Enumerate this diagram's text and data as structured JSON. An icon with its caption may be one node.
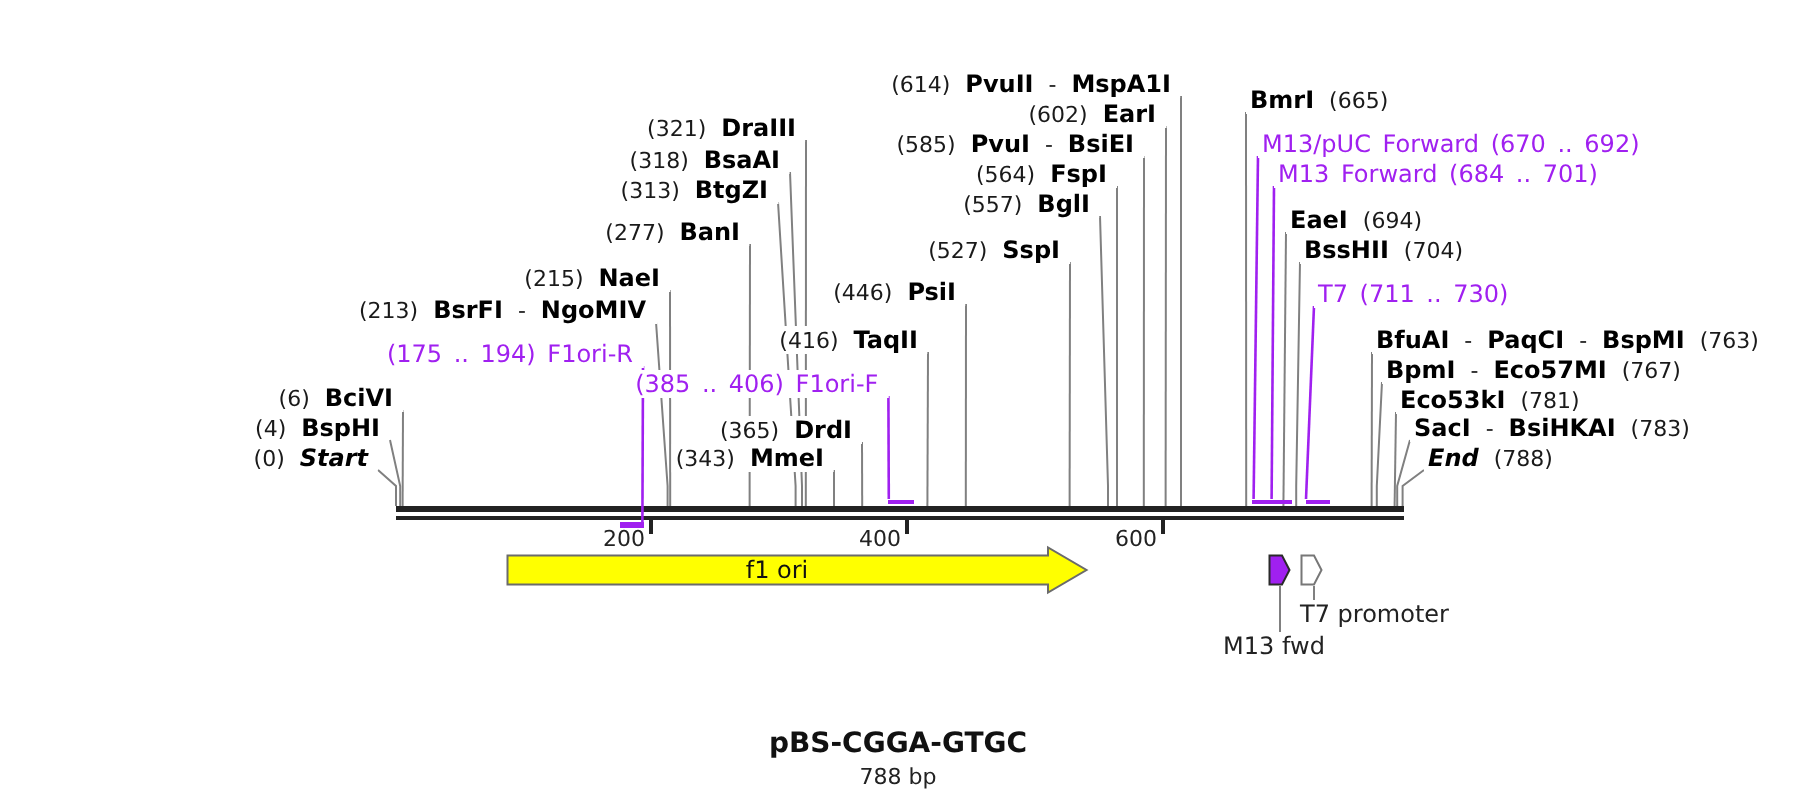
{
  "diagram": {
    "title": "pBS-CGGA-GTGC",
    "caption": "788 bp",
    "nodes": [
      {
        "text": [],
        "shape": "bar"
      },
      {
        "text": [
          "(614) **PvuII** - **MspA1I**"
        ]
      },
      {
        "text": [
          "**BmrI** (665)"
        ]
      },
      {
        "text": [
          "(602) **EarI**"
        ]
      },
      {
        "text": [
          "(321) **DraIII**"
        ]
      },
      {
        "text": [
          "(585) **PvuI** - **BsiEI**"
        ]
      },
      {
        "text": [
          "M13/pUC Forward (670 .. 692)"
        ]
      },
      {
        "text": [
          "(318) **BsaAI**"
        ]
      },
      {
        "text": [
          "(564) **FspI**"
        ]
      },
      {
        "text": [
          "M13 Forward (684 .. 701)"
        ]
      },
      {
        "text": [
          "(313) **BtgZI**"
        ]
      },
      {
        "text": [
          "(557) **BglI**"
        ]
      },
      {
        "text": [
          "**EaeI** (694)"
        ]
      },
      {
        "text": [
          "(277) **BanI**"
        ]
      },
      {
        "text": [
          "(527) **SspI**"
        ]
      },
      {
        "text": [
          "**BssHII** (704)"
        ]
      },
      {
        "text": [
          "(215) **NaeI**"
        ]
      },
      {
        "text": [
          "(446) **PsiI**"
        ]
      },
      {
        "text": [
          "T7 (711 .. 730)"
        ]
      },
      {
        "text": [
          "(213) **BsrFI** - **NgoMIV**"
        ]
      },
      {
        "text": [
          "(416) **TaqII**"
        ]
      },
      {
        "text": [
          "**BfuAI** - **PaqCI** - **BspMI** (763)"
        ]
      },
      {
        "text": [
          "(175 .. 194) F1ori-R"
        ]
      },
      {
        "text": [
          "**BpmI** - **Eco57MI** (767)"
        ]
      },
      {
        "text": [
          "(385 .. 406) F1ori-F"
        ]
      },
      {
        "text": [
          "(6) **BciVI**"
        ]
      },
      {
        "text": [
          "**Eco53kI** (781)"
        ]
      },
      {
        "text": [
          "(4) **BspHI**"
        ]
      },
      {
        "text": [
          "(365) **DrdI**"
        ]
      },
      {
        "text": [
          "**SacI** - **BsiHKAI** (783)"
        ]
      },
      {
        "text": [
          "(0) *Start*"
        ]
      },
      {
        "text": [
          "(343) **MmeI**"
        ]
      },
      {
        "text": [
          "*End* (788)"
        ]
      },
      {
        "text": [],
        "shape": "bar"
      },
      {
        "text": [],
        "shape": "bar"
      },
      {
        "text": [],
        "shape": "bar"
      },
      {
        "text": [],
        "shape": "bar"
      },
      {
        "text": [],
        "shape": "bar"
      },
      {
        "text": [
          "f1 ori"
        ]
      },
      {
        "text": [],
        "shape": "pentagon"
      },
      {
        "text": [],
        "shape": "pentagon"
      },
      {
        "text": [
          "M13 fwd"
        ]
      },
      {
        "text": [
          "T7 promoter"
        ]
      }
    ],
    "edges": [
      {
        "from": 1,
        "to": 0,
        "arrow": "none"
      },
      {
        "from": 2,
        "to": 0,
        "arrow": "none"
      },
      {
        "from": 3,
        "to": 0,
        "arrow": "none"
      },
      {
        "from": 4,
        "to": 0,
        "arrow": "none"
      },
      {
        "from": 5,
        "to": 0,
        "arrow": "none"
      },
      {
        "from": 6,
        "to": 35,
        "arrow": "none",
        "color": "#a020f0"
      },
      {
        "from": 7,
        "to": 0,
        "arrow": "none"
      },
      {
        "from": 8,
        "to": 0,
        "arrow": "none"
      },
      {
        "from": 9,
        "to": 36,
        "arrow": "none",
        "color": "#a020f0"
      },
      {
        "from": 10,
        "to": 0,
        "arrow": "none"
      },
      {
        "from": 11,
        "to": 0,
        "arrow": "none"
      },
      {
        "from": 12,
        "to": 0,
        "arrow": "none"
      },
      {
        "from": 13,
        "to": 0,
        "arrow": "none"
      },
      {
        "from": 14,
        "to": 0,
        "arrow": "none"
      },
      {
        "from": 15,
        "to": 0,
        "arrow": "none"
      },
      {
        "from": 16,
        "to": 0,
        "arrow": "none"
      },
      {
        "from": 17,
        "to": 0,
        "arrow": "none"
      },
      {
        "from": 18,
        "to": 37,
        "arrow": "none",
        "color": "#a020f0"
      },
      {
        "from": 19,
        "to": 0,
        "arrow": "none"
      },
      {
        "from": 20,
        "to": 0,
        "arrow": "none"
      },
      {
        "from": 21,
        "to": 0,
        "arrow": "none"
      },
      {
        "from": 22,
        "to": 33,
        "arrow": "none",
        "color": "#a020f0"
      },
      {
        "from": 23,
        "to": 0,
        "arrow": "none"
      },
      {
        "from": 24,
        "to": 34,
        "arrow": "none",
        "color": "#a020f0"
      },
      {
        "from": 25,
        "to": 0,
        "arrow": "none"
      },
      {
        "from": 26,
        "to": 0,
        "arrow": "none"
      },
      {
        "from": 27,
        "to": 0,
        "arrow": "none"
      },
      {
        "from": 28,
        "to": 0,
        "arrow": "none"
      },
      {
        "from": 29,
        "to": 0,
        "arrow": "none"
      },
      {
        "from": 30,
        "to": 0,
        "arrow": "none"
      },
      {
        "from": 31,
        "to": 0,
        "arrow": "none"
      },
      {
        "from": 32,
        "to": 0,
        "arrow": "none"
      },
      {
        "from": 41,
        "to": 39,
        "arrow": "none"
      },
      {
        "from": 42,
        "to": 40,
        "arrow": "none"
      }
    ],
    "labels": [
      "200",
      "400",
      "600"
    ]
  }
}
